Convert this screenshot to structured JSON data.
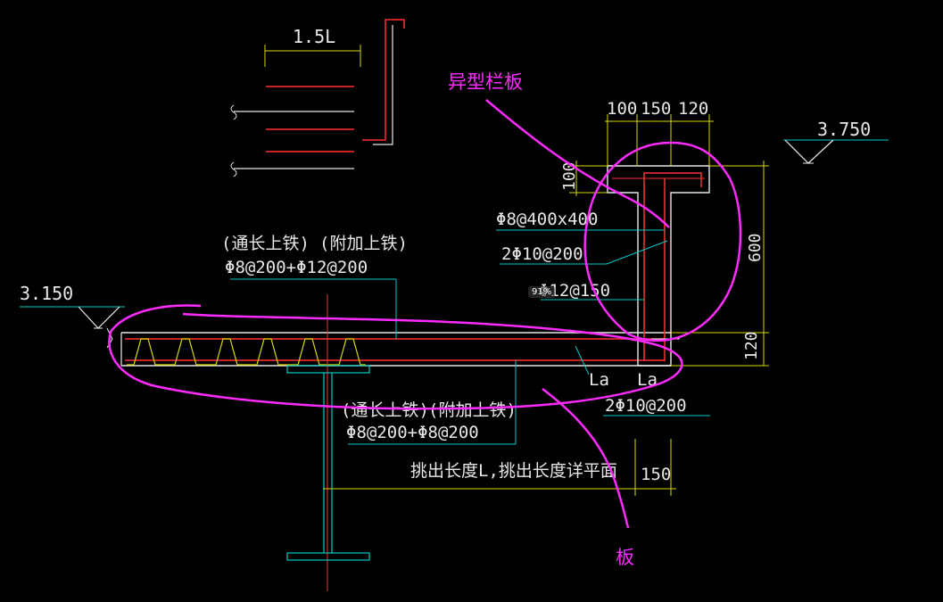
{
  "drawing": {
    "elevations": {
      "left": "3.150",
      "right": "3.750"
    },
    "top_left_dim": "1.5L",
    "parapet_dims": {
      "d100": "100",
      "d150": "150",
      "d120": "120",
      "h100": "100",
      "h600": "600",
      "h120": "120"
    },
    "rebar": {
      "parapet_link": "Φ8@400x400",
      "parapet_bars": "2Φ10@200",
      "parapet_vert": "Φ12@150",
      "bottom_bars": "2Φ10@200"
    },
    "slab_top": {
      "label1": "(通长上铁)",
      "label2": "(附加上铁)",
      "spec": "Φ8@200+Φ12@200"
    },
    "slab_bottom": {
      "label1": "(通长上铁)",
      "label2": "(附加上铁)",
      "spec": "Φ8@200+Φ8@200"
    },
    "anchor": {
      "la1": "La",
      "la2": "La"
    },
    "overhang": "挑出长度L,挑出长度详平面",
    "dim_150": "150"
  },
  "annotations": {
    "parapet_label": "异型栏板",
    "slab_label": "板",
    "color": "#ff2bff"
  },
  "zoom_level": "91%",
  "colors": {
    "background": "#000000",
    "rebar": "#ff3030",
    "dimension": "#d8d800",
    "leader": "#00c8c8",
    "concrete": "#e8e8e8"
  }
}
